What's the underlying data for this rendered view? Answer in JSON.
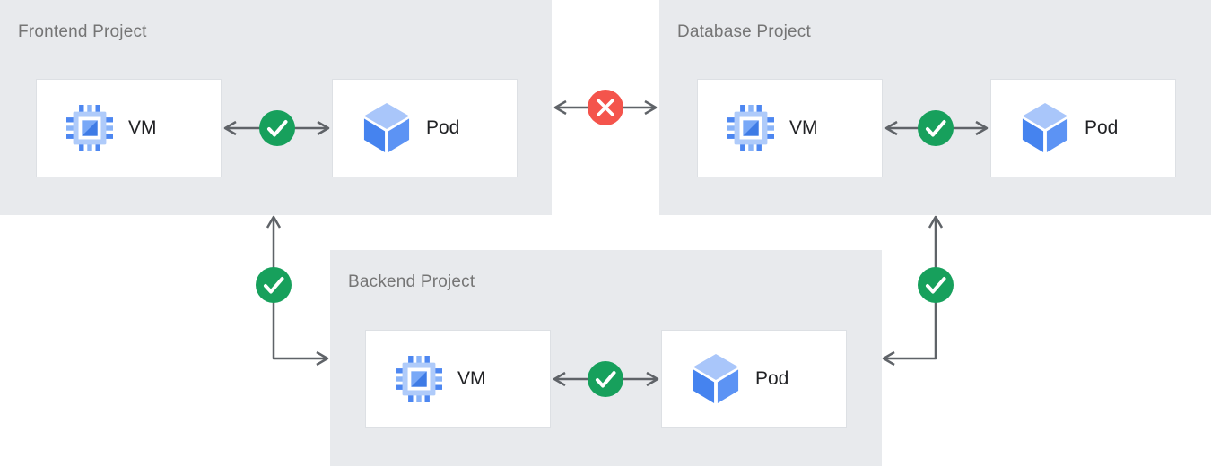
{
  "diagram": {
    "panels": [
      {
        "id": "frontend",
        "title": "Frontend Project",
        "nodes": [
          {
            "label": "VM",
            "icon": "compute-engine-icon"
          },
          {
            "label": "Pod",
            "icon": "pod-cube-icon"
          }
        ]
      },
      {
        "id": "database",
        "title": "Database Project",
        "nodes": [
          {
            "label": "VM",
            "icon": "compute-engine-icon"
          },
          {
            "label": "Pod",
            "icon": "pod-cube-icon"
          }
        ]
      },
      {
        "id": "backend",
        "title": "Backend Project",
        "nodes": [
          {
            "label": "VM",
            "icon": "compute-engine-icon"
          },
          {
            "label": "Pod",
            "icon": "pod-cube-icon"
          }
        ]
      }
    ],
    "connections": [
      {
        "between": [
          "frontend.vm",
          "frontend.pod"
        ],
        "status": "allowed",
        "symbol": "check"
      },
      {
        "between": [
          "database.vm",
          "database.pod"
        ],
        "status": "allowed",
        "symbol": "check"
      },
      {
        "between": [
          "backend.vm",
          "backend.pod"
        ],
        "status": "allowed",
        "symbol": "check"
      },
      {
        "between": [
          "frontend",
          "database"
        ],
        "status": "blocked",
        "symbol": "cross"
      },
      {
        "between": [
          "frontend",
          "backend"
        ],
        "status": "allowed",
        "symbol": "check"
      },
      {
        "between": [
          "database",
          "backend"
        ],
        "status": "allowed",
        "symbol": "check"
      }
    ],
    "colors": {
      "panel_background": "#E8EAED",
      "panel_title": "#757575",
      "node_background": "#FFFFFF",
      "node_border": "#DDE0E4",
      "node_label": "#202124",
      "arrow": "#5F6368",
      "allowed": "#17A05C",
      "blocked": "#F4544C",
      "mark": "#FFFFFF",
      "icon_light_blue": "#AECBFA",
      "icon_blue": "#5E97F6",
      "icon_dark_blue": "#3E7BE5"
    }
  }
}
